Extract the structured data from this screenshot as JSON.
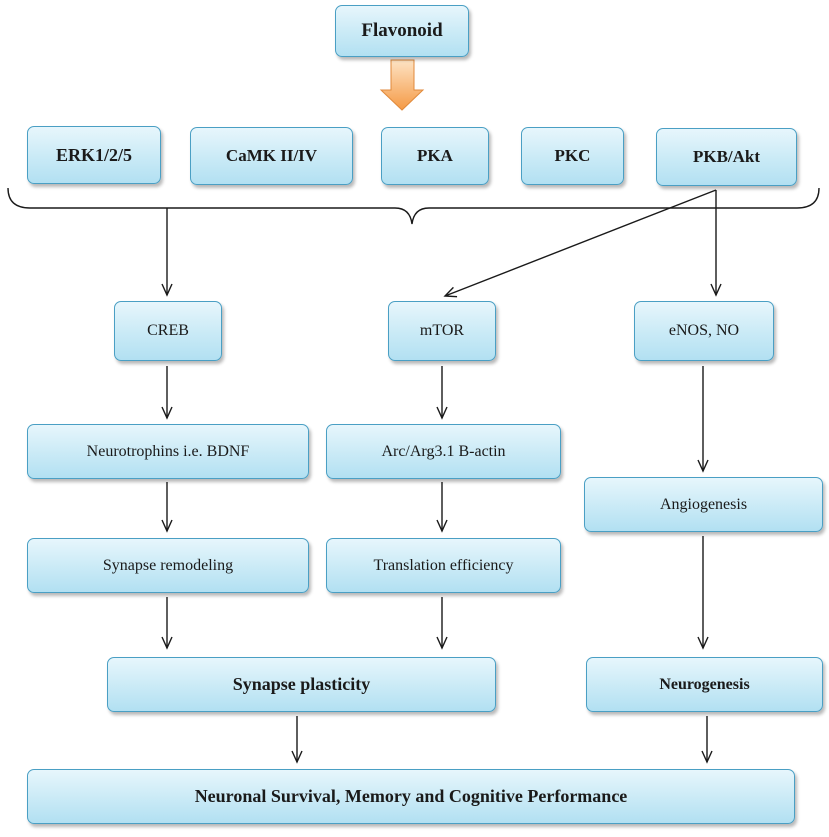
{
  "nodes": {
    "flavonoid": "Flavonoid",
    "erk": "ERK1/2/5",
    "camk": "CaMK II/IV",
    "pka": "PKA",
    "pkc": "PKC",
    "pkb": "PKB/Akt",
    "creb": "CREB",
    "mtor": "mTOR",
    "enos": "eNOS, NO",
    "neurotrophins": "Neurotrophins i.e. BDNF",
    "arc": "Arc/Arg3.1 B-actin",
    "angiogenesis": "Angiogenesis",
    "synapse_remodeling": "Synapse remodeling",
    "translation": "Translation efficiency",
    "synapse_plasticity": "Synapse plasticity",
    "neurogenesis": "Neurogenesis",
    "outcome": "Neuronal Survival, Memory and Cognitive Performance"
  },
  "colors": {
    "node_border": "#4a9fc4",
    "node_fill": "#c9eaf6",
    "arrow": "#1a1a1a",
    "flavonoid_arrow": "#f7a85a"
  }
}
